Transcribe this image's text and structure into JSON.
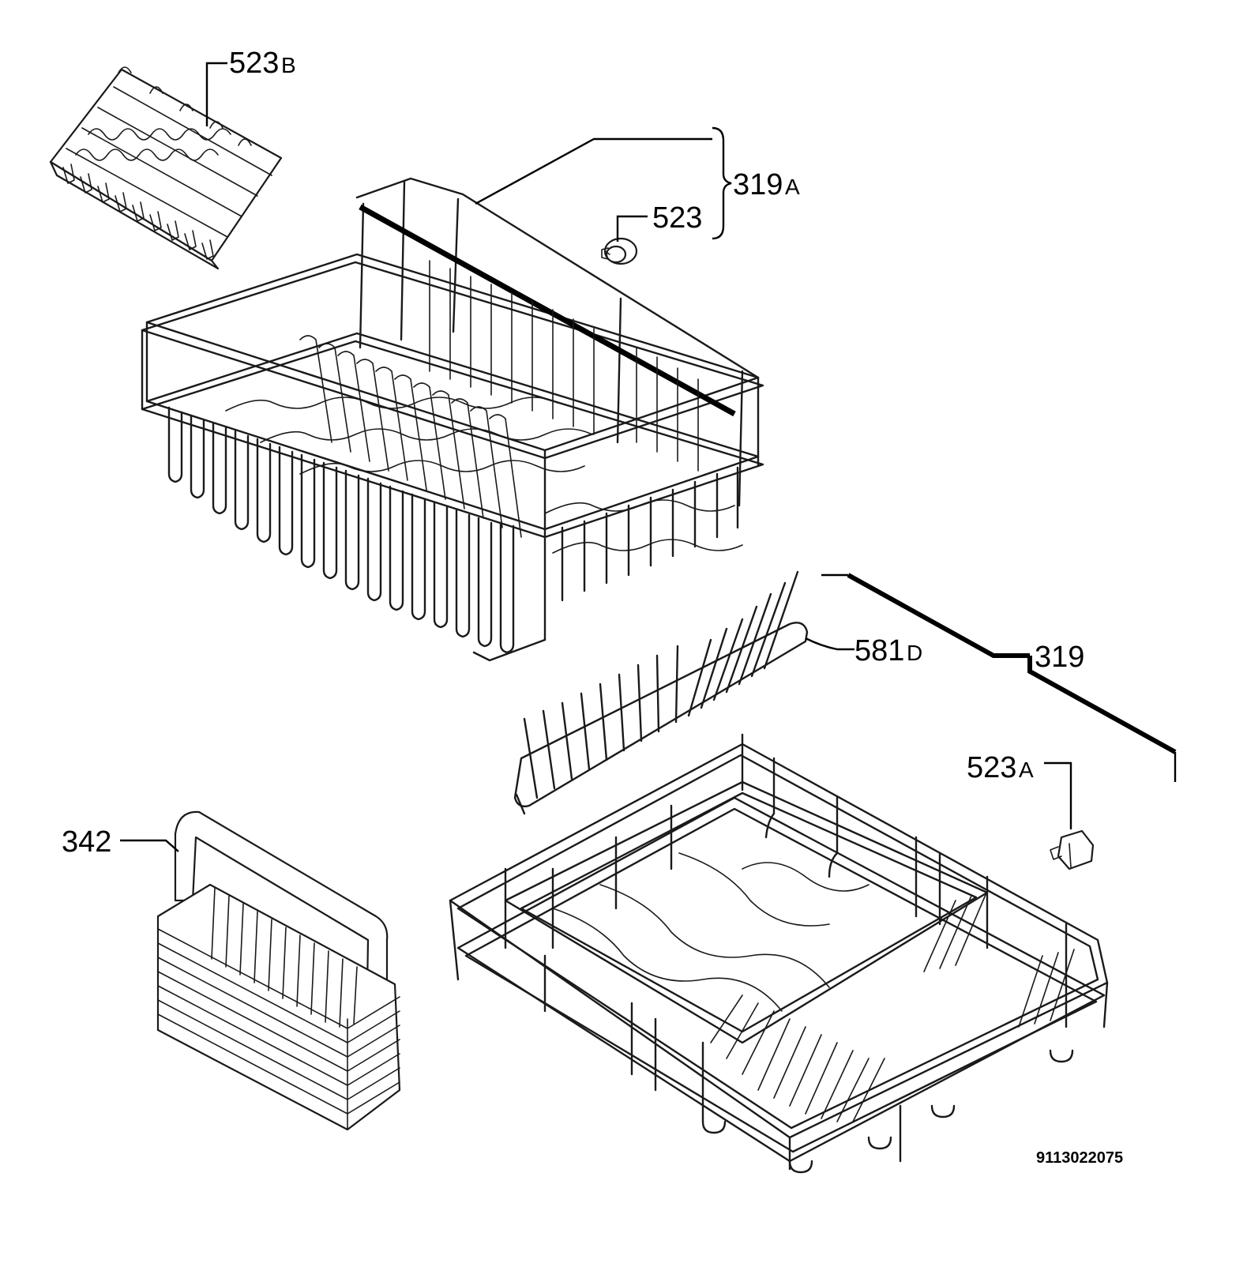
{
  "labels": {
    "part_523b": {
      "number": "523",
      "suffix": "B"
    },
    "part_319a": {
      "number": "319",
      "suffix": "A"
    },
    "part_523": {
      "number": "523",
      "suffix": ""
    },
    "part_581d": {
      "number": "581",
      "suffix": "D"
    },
    "part_319": {
      "number": "319",
      "suffix": ""
    },
    "part_523a": {
      "number": "523",
      "suffix": "A"
    },
    "part_342": {
      "number": "342",
      "suffix": ""
    }
  },
  "reference_number": "9113022075",
  "colors": {
    "line": "#000000",
    "background": "#ffffff"
  }
}
